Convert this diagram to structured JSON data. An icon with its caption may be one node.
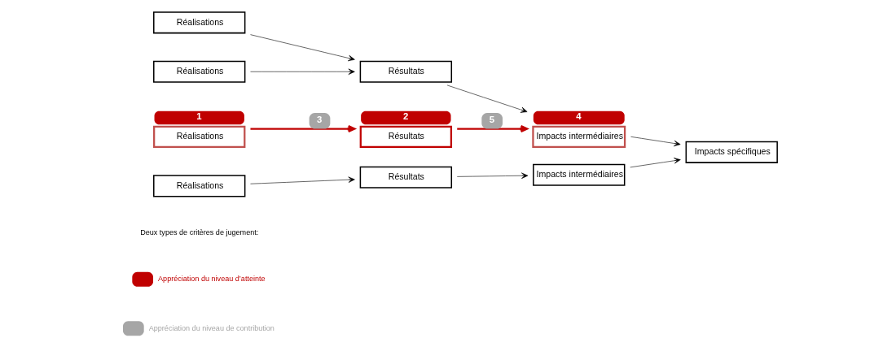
{
  "diagram": {
    "nodes": [
      {
        "text": [
          "Réalisations"
        ]
      },
      {
        "text": [
          "Réalisations"
        ]
      },
      {
        "text": [
          "Réalisations"
        ],
        "beside": [
          "1"
        ]
      },
      {
        "text": [
          "Réalisations"
        ]
      },
      {
        "text": [
          "Résultats"
        ]
      },
      {
        "text": [
          "Résultats"
        ],
        "beside": [
          "2"
        ]
      },
      {
        "text": [
          "Résultats"
        ]
      },
      {
        "text": [
          "Impacts intermédiaires"
        ],
        "beside": [
          "4"
        ]
      },
      {
        "text": [
          "Impacts intermédiaires"
        ]
      },
      {
        "text": [
          "Impacts spécifiques"
        ]
      }
    ],
    "edges": [
      {
        "from": 0,
        "to": 4,
        "arrow": "to"
      },
      {
        "from": 1,
        "to": 4,
        "arrow": "to"
      },
      {
        "from": 2,
        "to": 5,
        "arrow": "to",
        "label": "3",
        "style": "thick",
        "color": "#c00000"
      },
      {
        "from": 3,
        "to": 6,
        "arrow": "to"
      },
      {
        "from": 4,
        "to": 7,
        "arrow": "to"
      },
      {
        "from": 5,
        "to": 7,
        "arrow": "to",
        "label": "5",
        "style": "thick",
        "color": "#c00000"
      },
      {
        "from": 6,
        "to": 8,
        "arrow": "to"
      },
      {
        "from": 7,
        "to": 9,
        "arrow": "to"
      },
      {
        "from": 8,
        "to": 9,
        "arrow": "to"
      }
    ],
    "labels": [
      "Deux types de critères de jugement:"
    ],
    "legend": [
      {
        "text": "Appréciation du niveau d’atteinte",
        "color": "#c00000"
      },
      {
        "text": "Appréciation du niveau de contribution",
        "color": "#a6a6a6"
      }
    ]
  }
}
